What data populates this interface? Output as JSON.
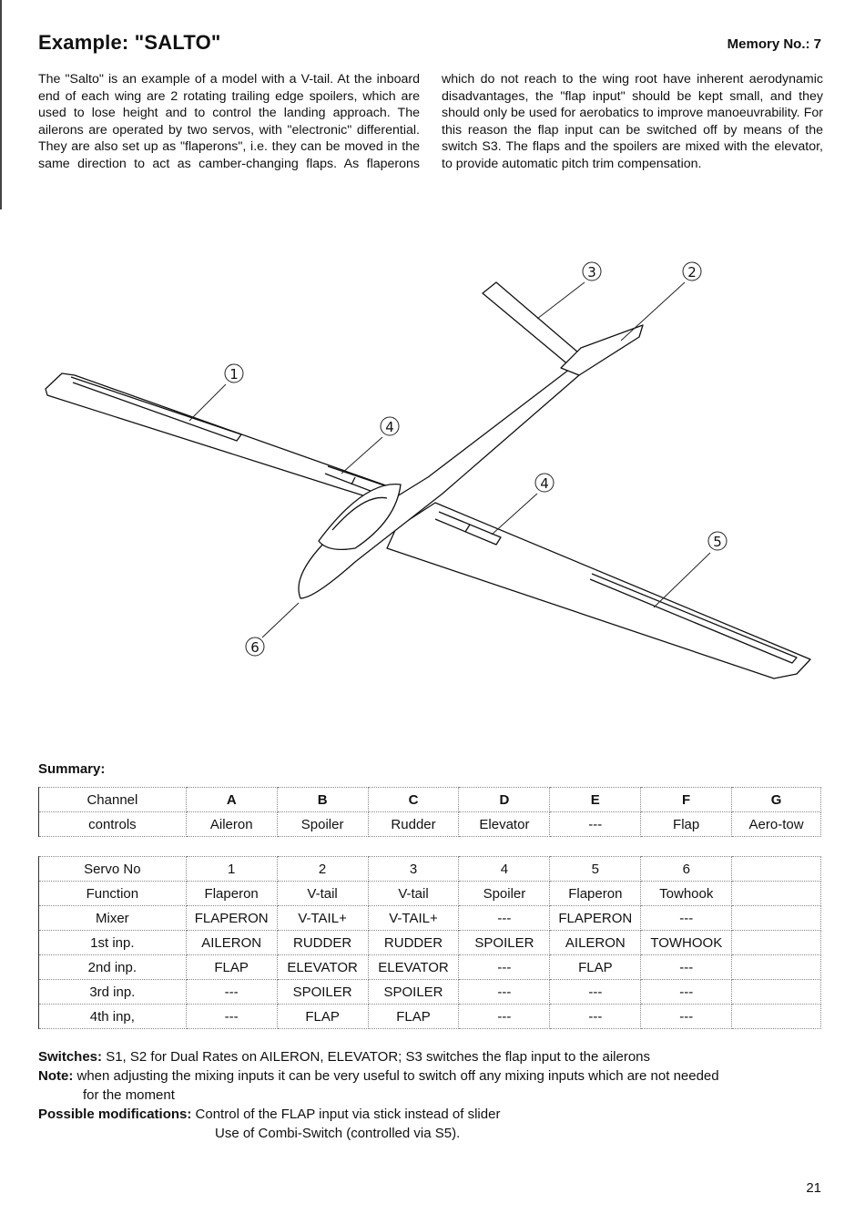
{
  "header": {
    "title": "Example: \"SALTO\"",
    "memory": "Memory No.: 7"
  },
  "intro": "The \"Salto\" is an example of a model with a V-tail. At the inboard end of each wing are 2 rotating trailing edge spoilers, which are used to lose height and to control the landing approach. The ailerons are operated by two servos, with \"electronic\" differential. They are also set up as \"flaperons\", i.e. they can be moved in the same direction to act as camber-changing flaps. As flaperons which do not reach to the wing root have inherent aerodynamic disadvantages, the \"flap input\" should be kept small, and they should only be used for aerobatics to improve manoeuvrability. For this reason the flap input can be switched off by means of the switch S3. The flaps and the spoilers are mixed with the elevator, to provide automatic pitch trim compensation.",
  "diagram": {
    "callouts": [
      "1",
      "2",
      "3",
      "4",
      "4",
      "5",
      "6"
    ]
  },
  "summary": {
    "label": "Summary:",
    "channels": {
      "header": "Channel",
      "cols": [
        "A",
        "B",
        "C",
        "D",
        "E",
        "F",
        "G"
      ],
      "controls_label": "controls",
      "controls": [
        "Aileron",
        "Spoiler",
        "Rudder",
        "Elevator",
        "---",
        "Flap",
        "Aero-tow"
      ]
    },
    "servos": {
      "rows": [
        {
          "label": "Servo No",
          "cells": [
            "1",
            "2",
            "3",
            "4",
            "5",
            "6",
            ""
          ]
        },
        {
          "label": "Function",
          "cells": [
            "Flaperon",
            "V-tail",
            "V-tail",
            "Spoiler",
            "Flaperon",
            "Towhook",
            ""
          ]
        },
        {
          "label": "Mixer",
          "cells": [
            "FLAPERON",
            "V-TAIL+",
            "V-TAIL+",
            "---",
            "FLAPERON",
            "---",
            ""
          ]
        },
        {
          "label": "1st inp.",
          "cells": [
            "AILERON",
            "RUDDER",
            "RUDDER",
            "SPOILER",
            "AILERON",
            "TOWHOOK",
            ""
          ]
        },
        {
          "label": "2nd inp.",
          "cells": [
            "FLAP",
            "ELEVATOR",
            "ELEVATOR",
            "---",
            "FLAP",
            "---",
            ""
          ]
        },
        {
          "label": "3rd inp.",
          "cells": [
            "---",
            "SPOILER",
            "SPOILER",
            "---",
            "---",
            "---",
            ""
          ]
        },
        {
          "label": "4th inp,",
          "cells": [
            "---",
            "FLAP",
            "FLAP",
            "---",
            "---",
            "---",
            ""
          ]
        }
      ]
    }
  },
  "footer": {
    "switches_label": "Switches:",
    "switches_text": " S1, S2 for Dual Rates on AILERON, ELEVATOR; S3 switches the flap input to the ailerons",
    "note_label": "Note:",
    "note_text": " when adjusting the mixing inputs it can be very useful to switch off any mixing inputs which are not needed",
    "note_cont": "for the moment",
    "mods_label": "Possible modifications:",
    "mods_text": " Control of the FLAP input via stick instead of slider",
    "mods_cont": "Use of Combi-Switch (controlled via S5)."
  },
  "page_number": "21"
}
